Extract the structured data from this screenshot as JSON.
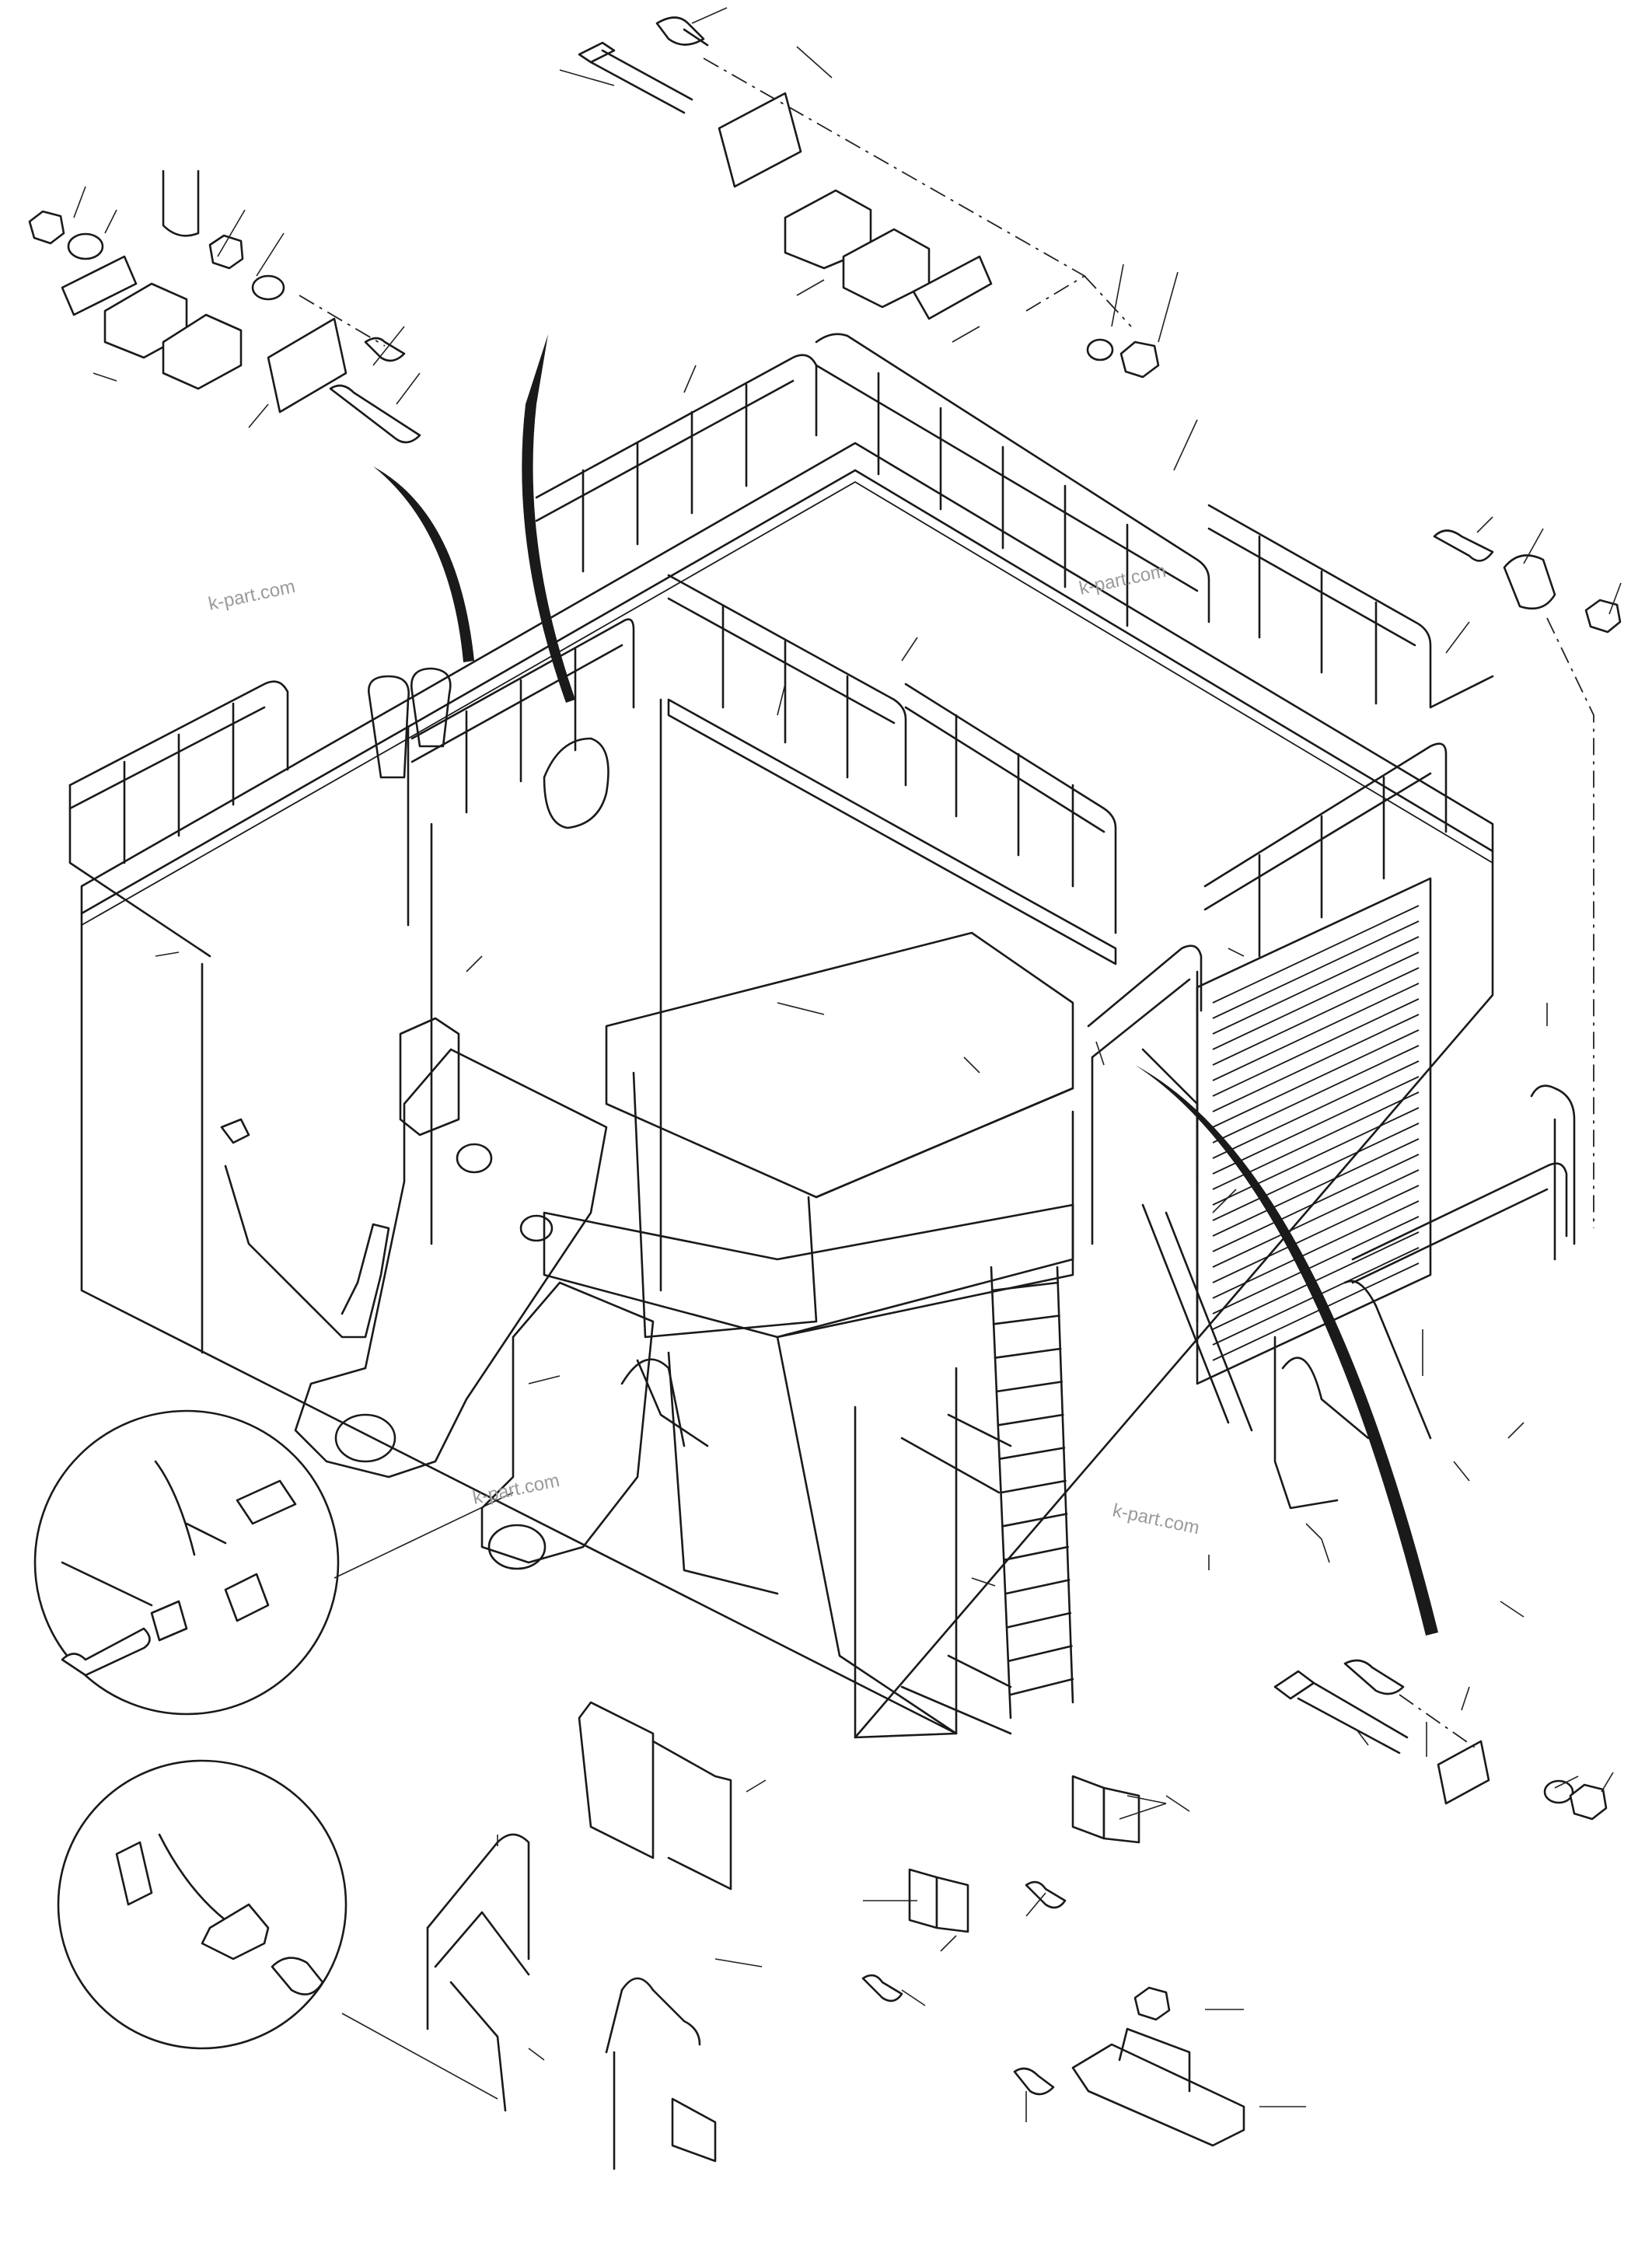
{
  "watermarks": [
    "k-part.com",
    "k-part.com",
    "k-part.com",
    "k-part.com"
  ],
  "colors": {
    "line": "#1a1a1a",
    "watermark": "#9a9a9a",
    "background": "#ffffff"
  }
}
